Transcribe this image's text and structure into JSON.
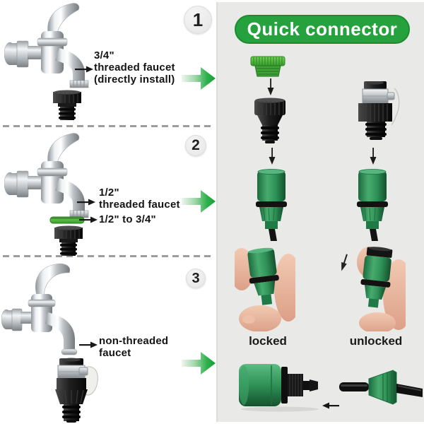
{
  "title_badge": "Quick connector",
  "steps": [
    {
      "number": "1",
      "label_lines": [
        "3/4\"",
        "threaded faucet",
        "(directly install)"
      ]
    },
    {
      "number": "2",
      "label_lines": [
        "1/2\"",
        "threaded faucet"
      ],
      "adapter_label": "1/2\" to 3/4\""
    },
    {
      "number": "3",
      "label_lines": [
        "non-threaded",
        "faucet"
      ]
    }
  ],
  "panel": {
    "locked_label": "locked",
    "unlocked_label": "unlocked"
  },
  "colors": {
    "badge_green": "#25a23d",
    "arrow_green": "#12a034",
    "connector_green": "#2f9156",
    "panel_bg": "#e9e9e7"
  }
}
